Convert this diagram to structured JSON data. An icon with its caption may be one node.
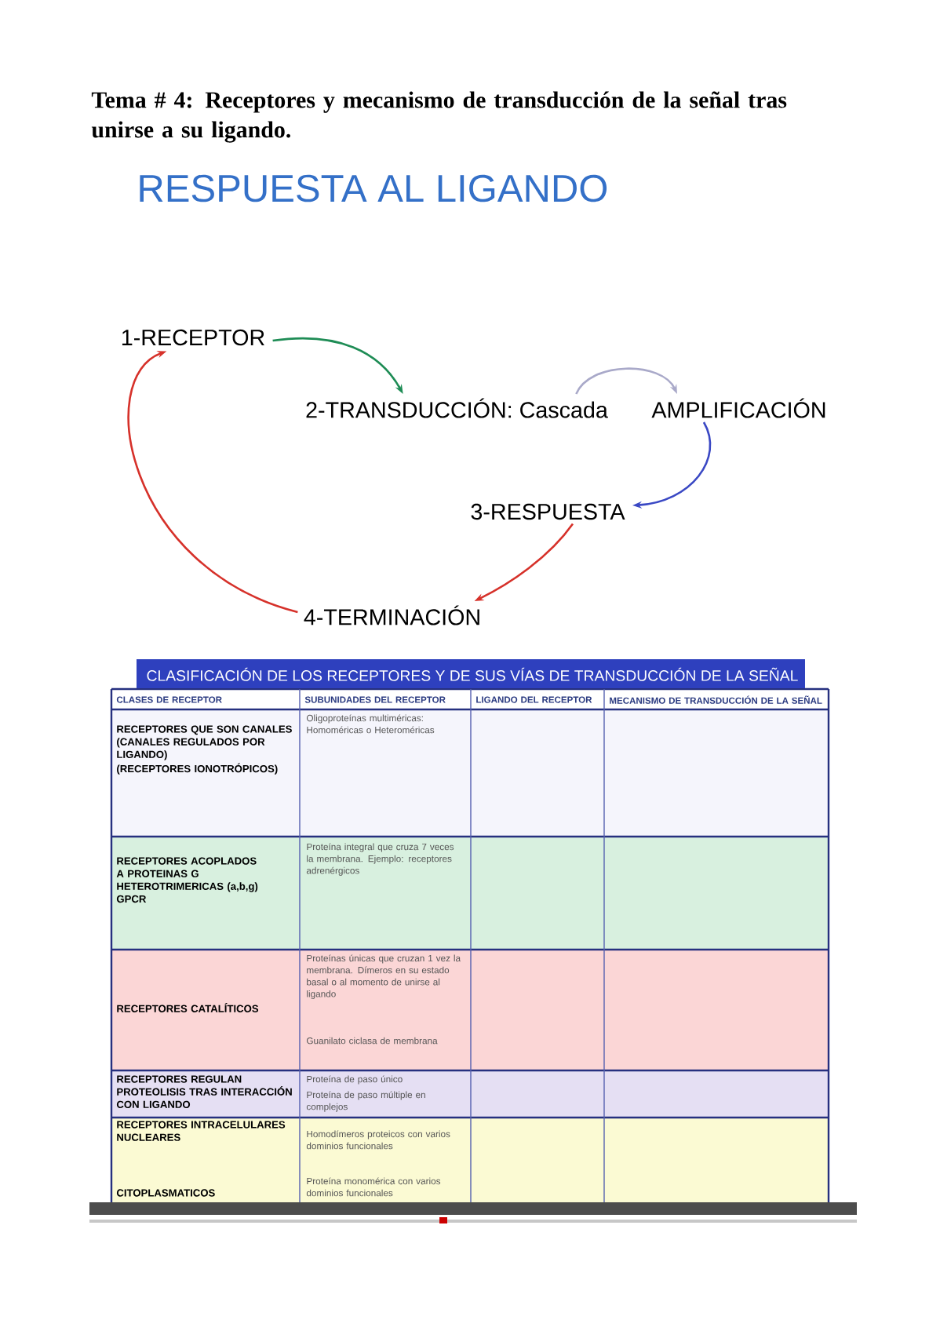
{
  "diagram": {
    "title": "Tema # 4: Receptores y mecanismo de transducción de la señal tras unirse a su ligando.",
    "nodes": [
      {
        "text": [
          "1-RECEPTOR"
        ]
      },
      {
        "text": [
          "2-TRANSDUCCIÓN: Cascada"
        ]
      },
      {
        "text": [
          "AMPLIFICACIÓN"
        ]
      },
      {
        "text": [
          "3-RESPUESTA"
        ]
      },
      {
        "text": [
          "4-TERMINACIÓN"
        ]
      }
    ],
    "edges": [
      {
        "from": 0,
        "to": 1,
        "arrow": "to",
        "color": "#1e8c55"
      },
      {
        "from": 1,
        "to": 2,
        "arrow": "to",
        "color": "#a9a9c9"
      },
      {
        "from": 2,
        "to": 3,
        "arrow": "to",
        "color": "#3a48c4"
      },
      {
        "from": 3,
        "to": 4,
        "arrow": "to"
      },
      {
        "from": 4,
        "to": 0,
        "arrow": "to"
      }
    ],
    "labels": [
      "RESPUESTA AL LIGANDO",
      "CLASIFICACIÓN DE LOS RECEPTORES Y DE SUS VÍAS DE TRANSDUCCIÓN DE LA SEÑAL",
      "CLASES DE RECEPTOR",
      "SUBUNIDADES DEL RECEPTOR",
      "LIGANDO DEL RECEPTOR",
      "MECANISMO DE TRANSDUCCIÓN DE LA SEÑAL",
      "RECEPTORES QUE SON CANALES (CANALES REGULADOS POR LIGANDO)",
      "(RECEPTORES IONOTRÓPICOS)",
      "Oligoproteínas multiméricas: Homoméricas o Heteroméricas",
      "RECEPTORES ACOPLADOS A PROTEINAS G HETEROTRIMERICAS (a,b,g) GPCR",
      "Proteína integral que cruza 7 veces la membrana. Ejemplo: receptores adrenérgicos",
      "RECEPTORES CATALÍTICOS",
      "Proteínas únicas que cruzan 1 vez la membrana. Dímeros en su estado basal o al momento de unirse al ligando",
      "Guanilato ciclasa de membrana",
      "RECEPTORES REGULAN PROTEOLISIS TRAS INTERACCIÓN CON LIGANDO",
      "Proteína de paso único",
      "Proteína de paso múltiple en complejos",
      "RECEPTORES INTRACELULARES NUCLEARES",
      "Homodímeros proteicos con varios dominios funcionales",
      "CITOPLASMATICOS",
      "Proteína monomérica con varios dominios funcionales"
    ]
  }
}
